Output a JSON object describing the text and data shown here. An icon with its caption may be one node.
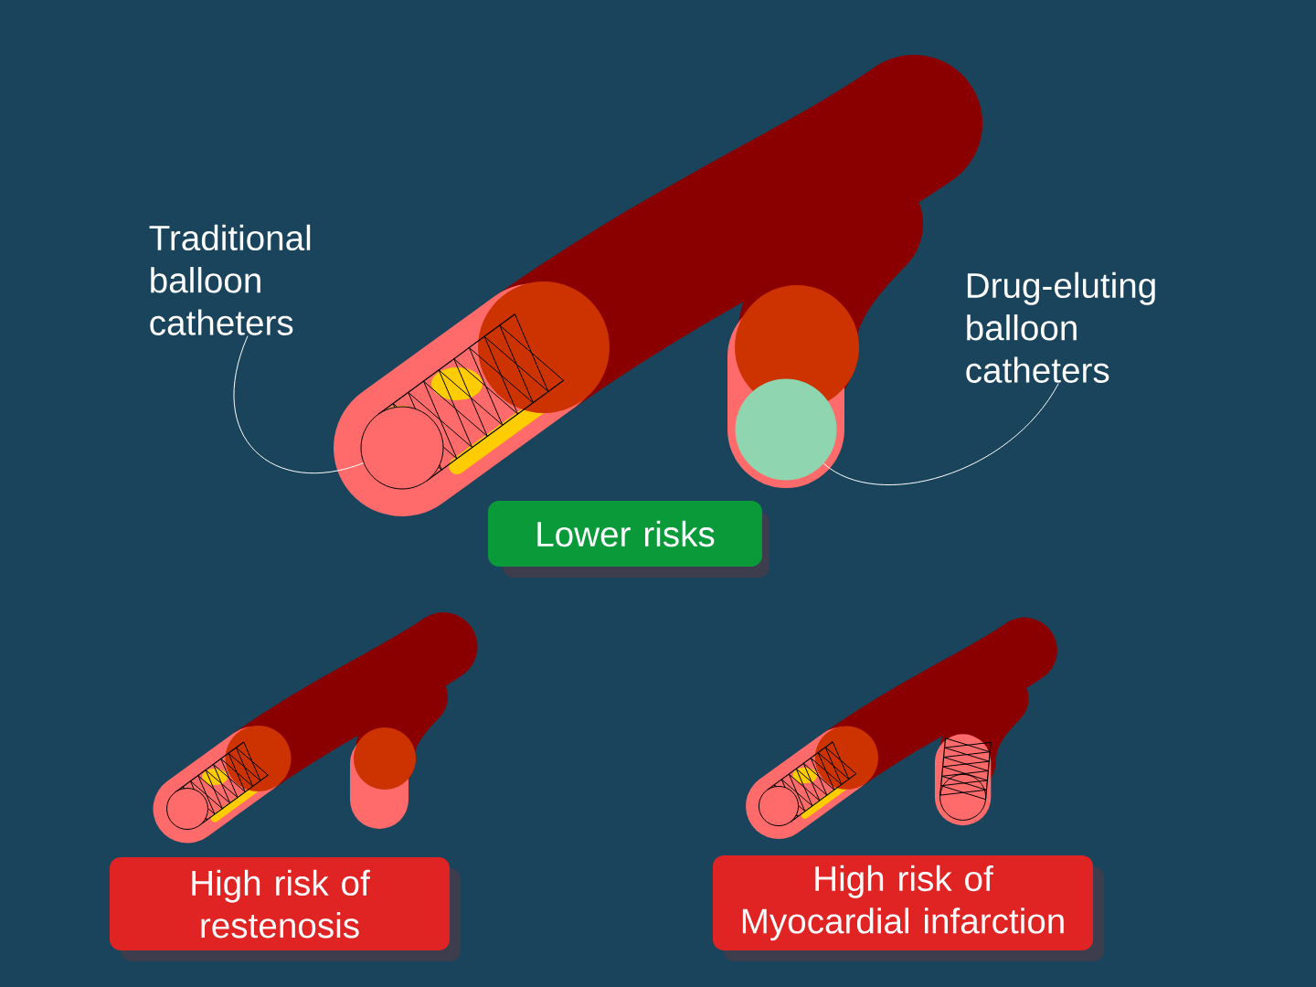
{
  "diagram": {
    "nodes": [
      {
        "text": [
          "Traditional balloon catheters"
        ]
      },
      {
        "text": [],
        "shape": "circle"
      },
      {
        "text": [
          "Drug-eluting balloon catheters"
        ]
      },
      {
        "text": [],
        "shape": "circle"
      },
      {
        "text": [
          "Lower risks"
        ]
      },
      {
        "text": [
          "High risk of restenosis"
        ]
      },
      {
        "text": [
          "High risk of Myocardial infarction"
        ]
      }
    ],
    "edges": [
      {
        "from": 0,
        "to": 1,
        "arrow": "none"
      },
      {
        "from": 2,
        "to": 3,
        "arrow": "none"
      }
    ]
  }
}
